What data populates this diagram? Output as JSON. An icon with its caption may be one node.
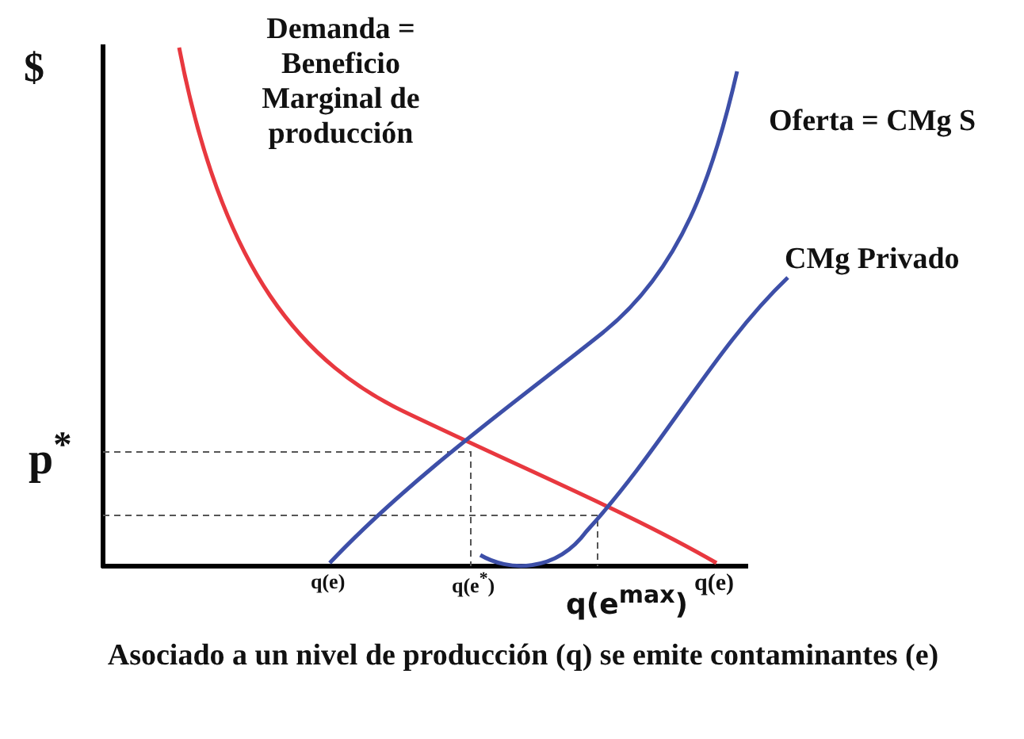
{
  "diagram": {
    "caption": "Asociado a un nivel de producción (q)  se emite contaminantes (e)",
    "labels": [
      "$",
      "Demanda = Beneficio Marginal de producción",
      "Oferta = CMg S",
      "CMg Privado",
      "p$^{*}$",
      "q(e)",
      "q(e$^{*}$)",
      "q(e$^{max}$)",
      "q(e)"
    ]
  }
}
